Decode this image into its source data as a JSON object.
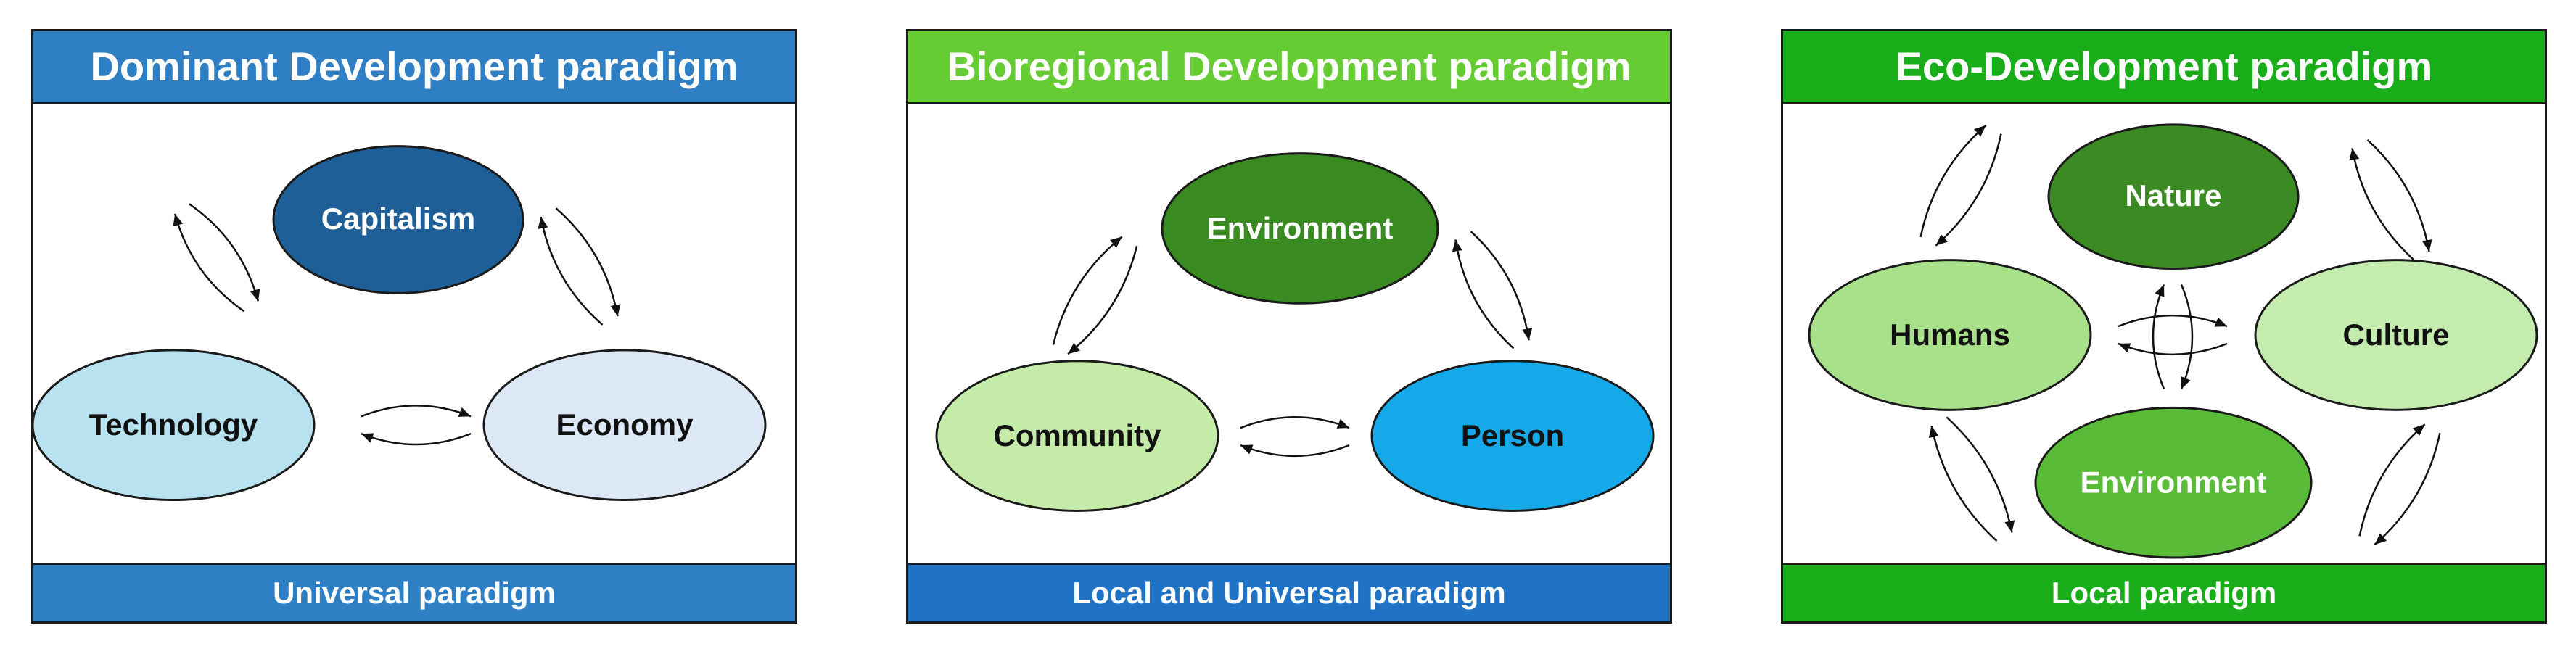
{
  "panels": [
    {
      "title": "Dominant Development paradigm",
      "footer": "Universal paradigm",
      "header_color": "#2e7fc4",
      "footer_color": "#2e7fc4",
      "nodes": [
        {
          "label": "Capitalism",
          "fill": "#1f5f98",
          "text_color": "#ffffff"
        },
        {
          "label": "Technology",
          "fill": "#b8e2f0",
          "text_color": "#111111"
        },
        {
          "label": "Economy",
          "fill": "#dce8f6",
          "text_color": "#111111"
        }
      ]
    },
    {
      "title": "Bioregional Development paradigm",
      "footer": "Local and Universal paradigm",
      "header_color": "#66cc33",
      "footer_color": "#1f72c4",
      "nodes": [
        {
          "label": "Environment",
          "fill": "#3a8a22",
          "text_color": "#ffffff"
        },
        {
          "label": "Community",
          "fill": "#c5eba9",
          "text_color": "#111111"
        },
        {
          "label": "Person",
          "fill": "#16a9ea",
          "text_color": "#111111"
        }
      ]
    },
    {
      "title": "Eco-Development paradigm",
      "footer": "Local paradigm",
      "header_color": "#1aad1a",
      "footer_color": "#1aad1a",
      "nodes": [
        {
          "label": "Nature",
          "fill": "#3b8a24",
          "text_color": "#ffffff"
        },
        {
          "label": "Humans",
          "fill": "#a9e08a",
          "text_color": "#111111"
        },
        {
          "label": "Culture",
          "fill": "#c4ecaf",
          "text_color": "#111111"
        },
        {
          "label": "Environment",
          "fill": "#59bb37",
          "text_color": "#ffffff"
        }
      ]
    }
  ]
}
